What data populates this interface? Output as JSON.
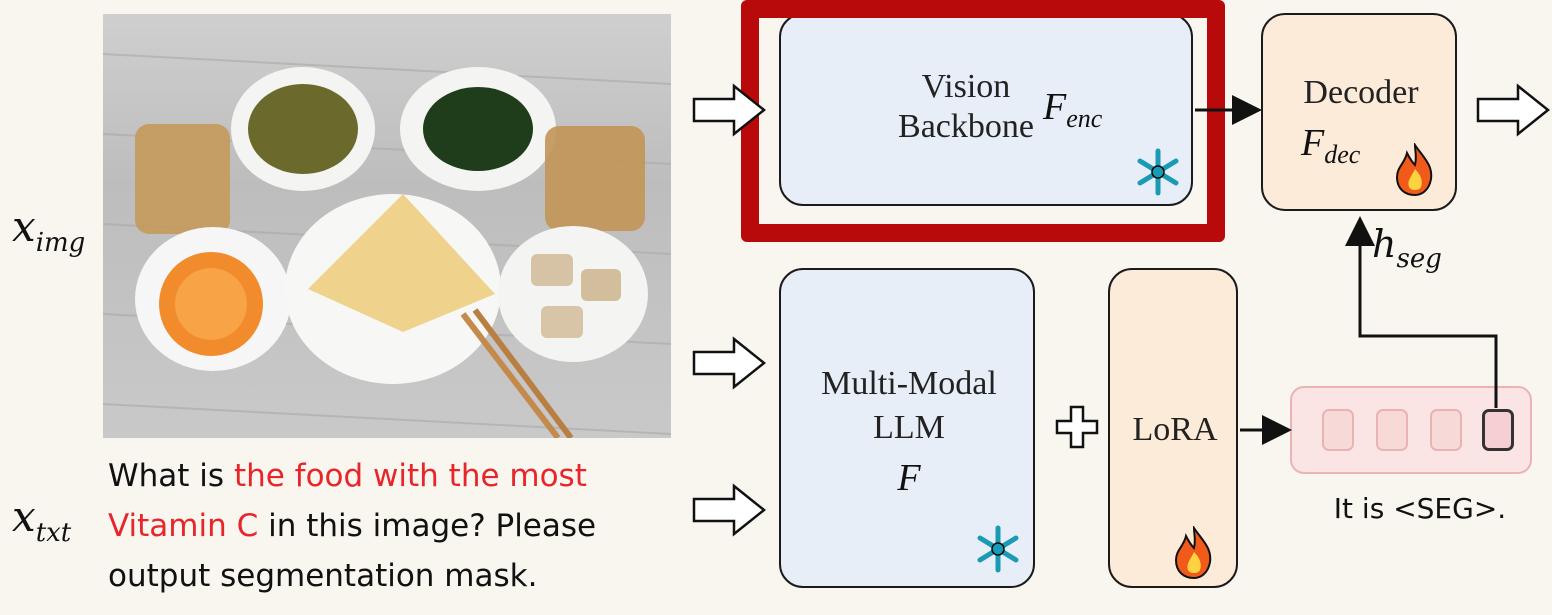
{
  "inputs": {
    "image_var": "x",
    "image_sub": "img",
    "text_var": "x",
    "text_sub": "txt"
  },
  "question": {
    "part1": "What is ",
    "highlight1": "the food with the most",
    "highlight2": "Vitamin C",
    "part2": " in this image? Please output segmentation mask."
  },
  "vision_backbone": {
    "line1": "Vision",
    "line2": "Backbone",
    "symbol": "F",
    "symbol_sub": "enc",
    "status_icon": "snowflake-icon"
  },
  "decoder": {
    "label": "Decoder",
    "symbol": "F",
    "symbol_sub": "dec",
    "status_icon": "flame-icon"
  },
  "llm": {
    "line1": "Multi-Modal",
    "line2": "LLM",
    "symbol": "F",
    "status_icon": "snowflake-icon"
  },
  "lora": {
    "label": "LoRA",
    "status_icon": "flame-icon"
  },
  "h_seg": {
    "var": "h",
    "sub": "seg"
  },
  "seg_output": {
    "caption": "It is <SEG>."
  },
  "colors": {
    "frozen_fill": "#e7eef8",
    "tuned_fill": "#fdebd9",
    "highlight_border": "#b80a0a",
    "question_highlight": "#e8252a"
  }
}
